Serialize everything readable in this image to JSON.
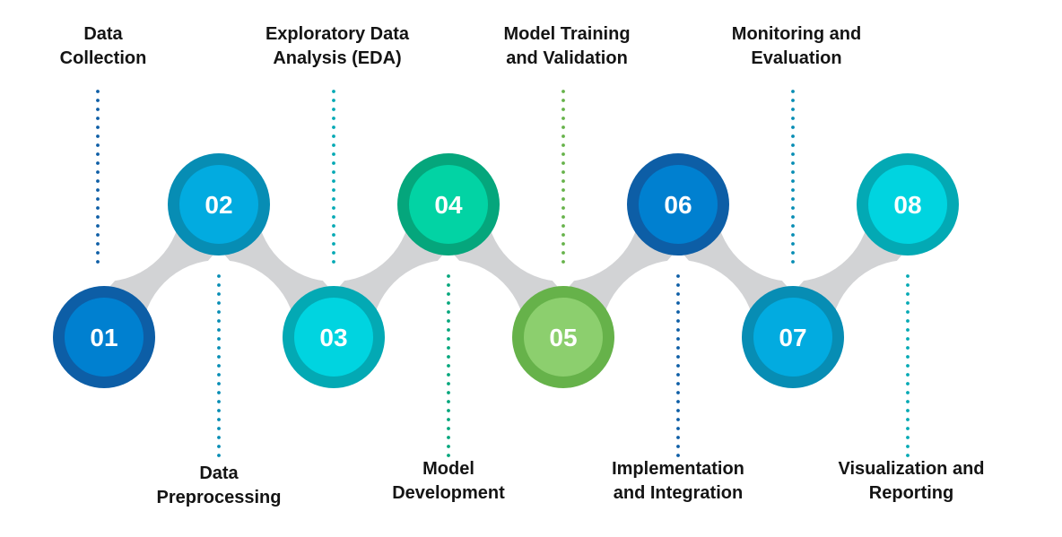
{
  "steps": [
    {
      "number": "01",
      "label": "Data Collection",
      "label_lines": [
        "Data",
        "Collection"
      ],
      "position": "low",
      "ring": "#0d5ea6",
      "fill": "#0080d0",
      "dots": "#0d5ea6"
    },
    {
      "number": "02",
      "label": "Data Preprocessing",
      "label_lines": [
        "Data",
        "Preprocessing"
      ],
      "position": "high",
      "ring": "#078db4",
      "fill": "#02abe0",
      "dots": "#078db4"
    },
    {
      "number": "03",
      "label": "Exploratory Data Analysis (EDA)",
      "label_lines": [
        "Exploratory Data",
        "Analysis (EDA)"
      ],
      "position": "low",
      "ring": "#03a9b4",
      "fill": "#00d4e0",
      "dots": "#03a9b4"
    },
    {
      "number": "04",
      "label": "Model Development",
      "label_lines": [
        "Model",
        "Development"
      ],
      "position": "high",
      "ring": "#05a67c",
      "fill": "#02d3a4",
      "dots": "#05a67c"
    },
    {
      "number": "05",
      "label": "Model Training and Validation",
      "label_lines": [
        "Model Training",
        "and Validation"
      ],
      "position": "low",
      "ring": "#66b24a",
      "fill": "#8ccf6e",
      "dots": "#66b24a"
    },
    {
      "number": "06",
      "label": "Implementation and Integration",
      "label_lines": [
        "Implementation",
        "and Integration"
      ],
      "position": "high",
      "ring": "#0d5ea6",
      "fill": "#0080d0",
      "dots": "#0d5ea6"
    },
    {
      "number": "07",
      "label": "Monitoring and Evaluation",
      "label_lines": [
        "Monitoring and",
        "Evaluation"
      ],
      "position": "low",
      "ring": "#078db4",
      "fill": "#02abe0",
      "dots": "#078db4"
    },
    {
      "number": "08",
      "label": "Visualization and Reporting",
      "label_lines": [
        "Visualization and",
        "Reporting"
      ],
      "position": "high",
      "ring": "#03a9b4",
      "fill": "#00d4e0",
      "dots": "#03a9b4"
    }
  ],
  "connector_color": "#d2d3d5"
}
